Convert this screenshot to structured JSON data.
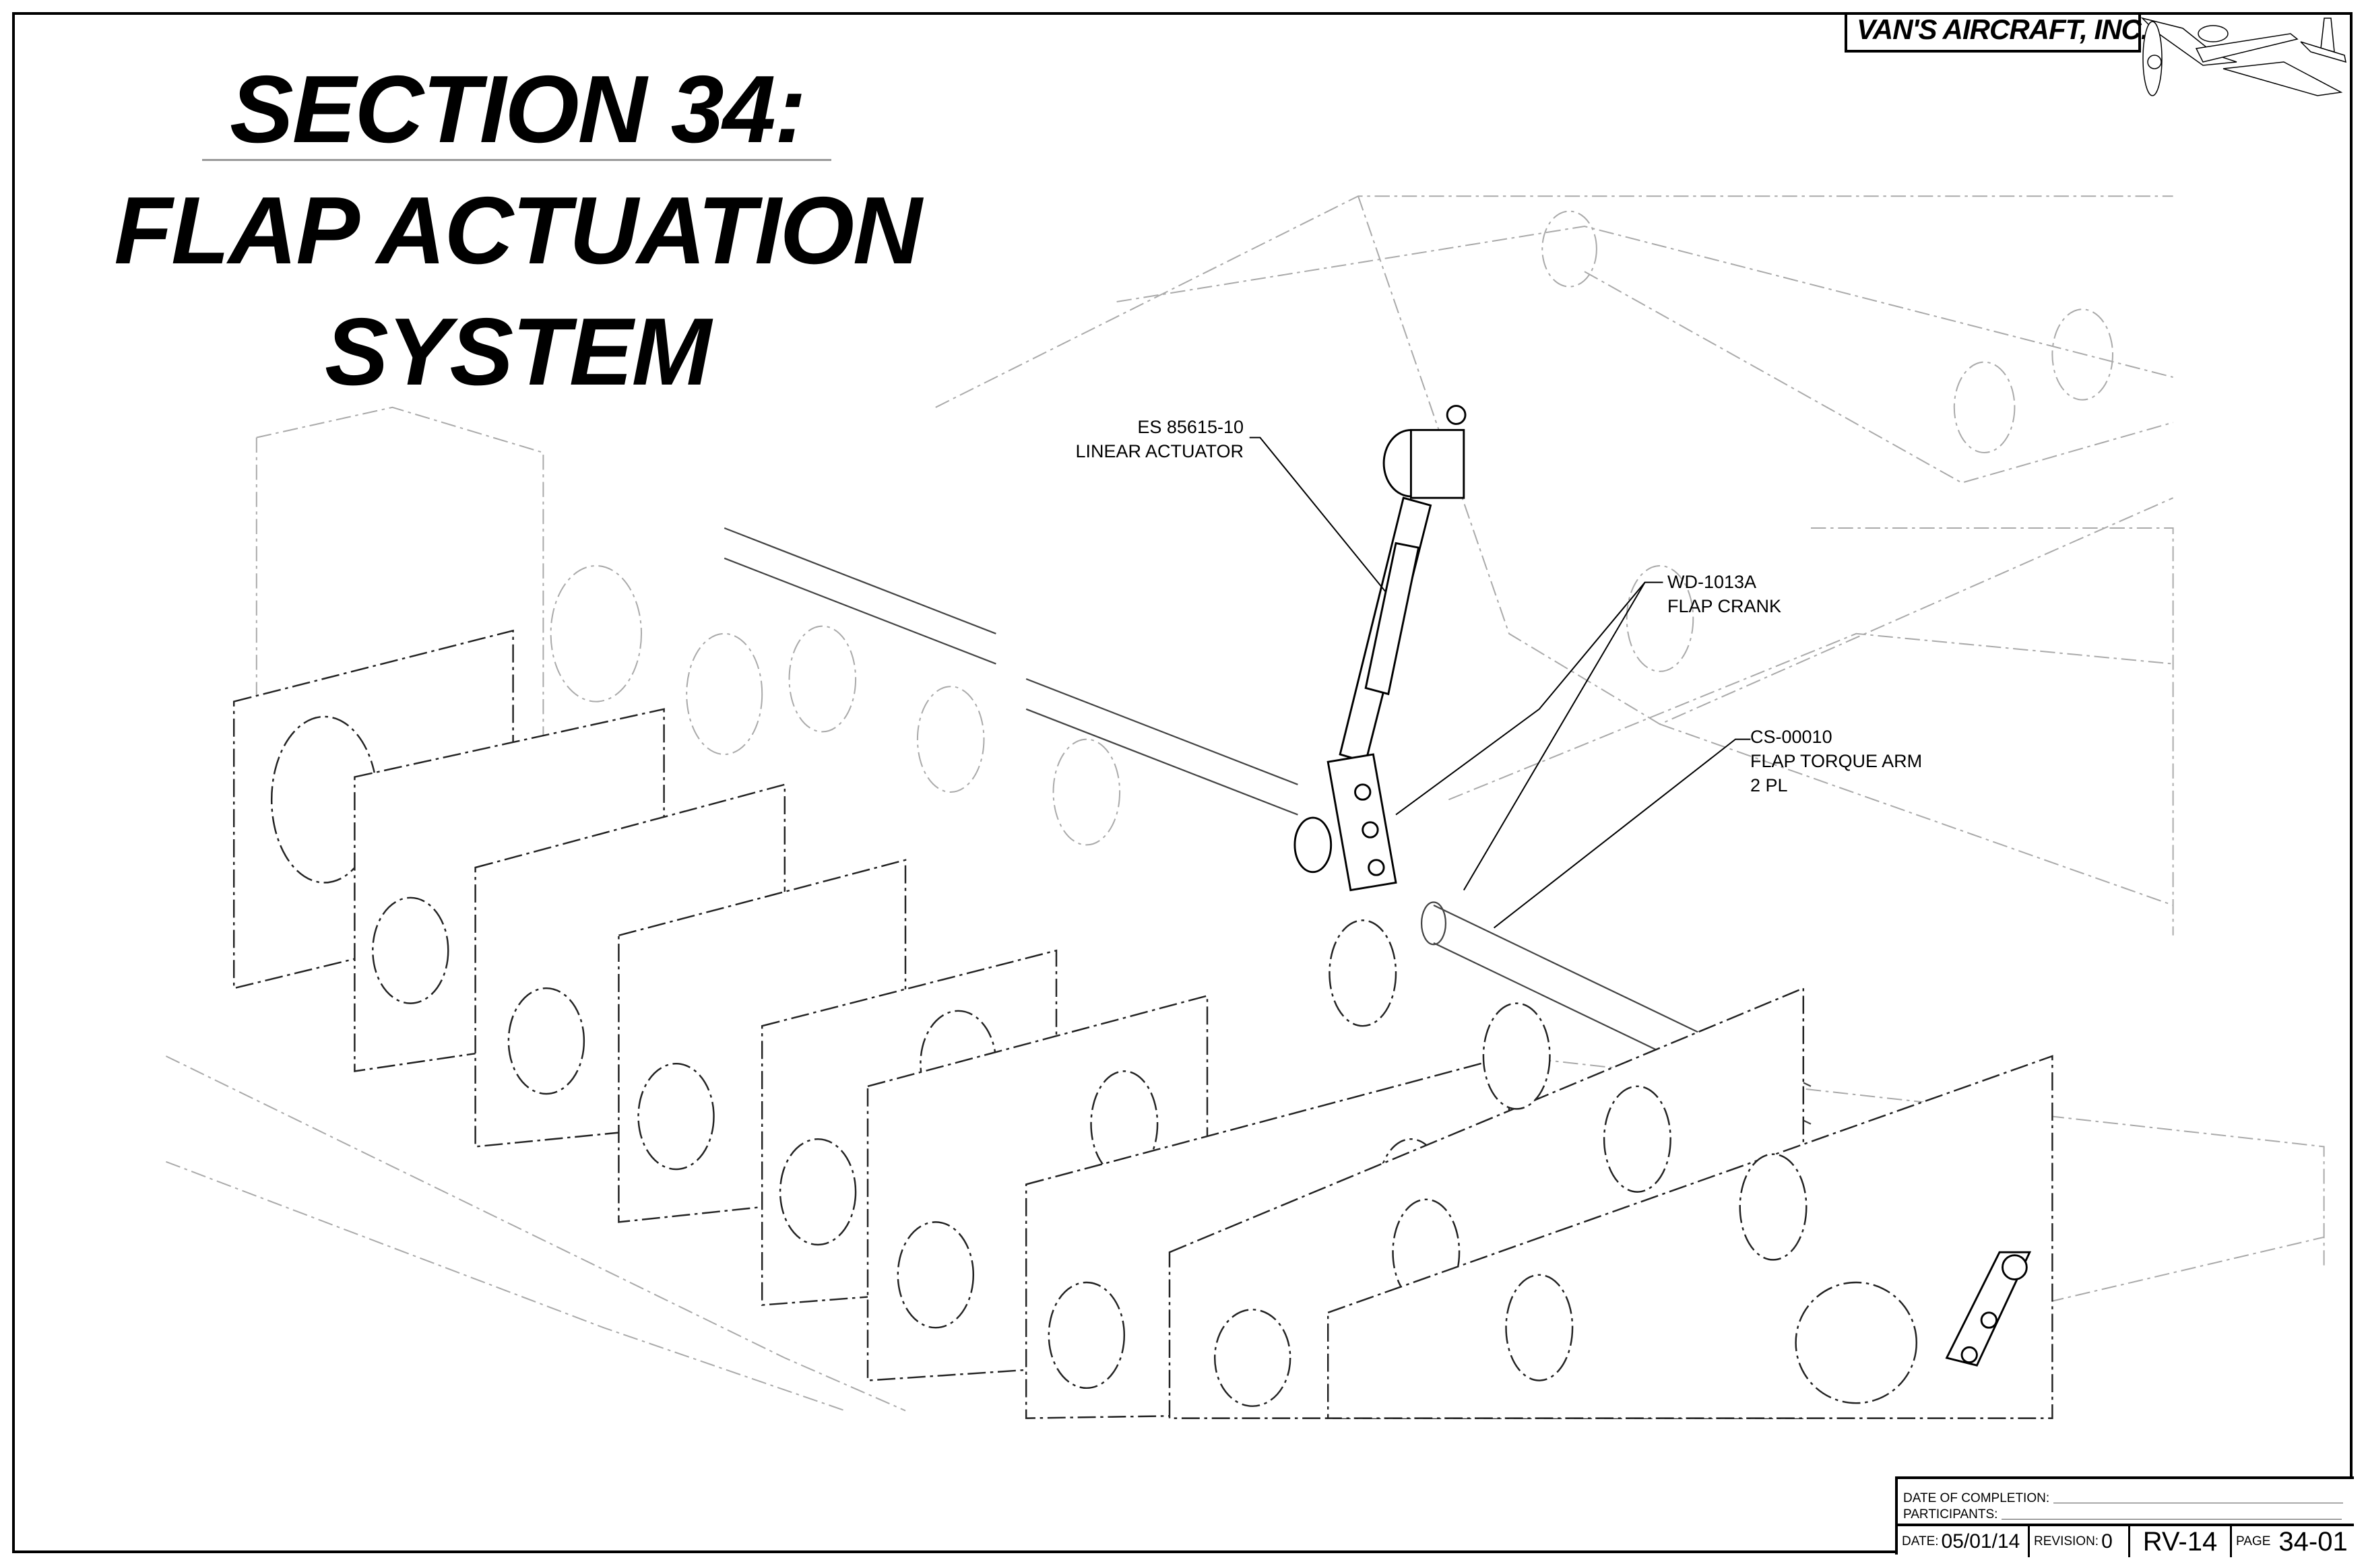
{
  "header": {
    "company": "VAN'S AIRCRAFT, INC.",
    "title_lines": [
      "SECTION 34:",
      "FLAP ACTUATION",
      "SYSTEM"
    ]
  },
  "callouts": [
    {
      "part": "ES 85615-10",
      "desc": "LINEAR ACTUATOR"
    },
    {
      "part": "WD-1013A",
      "desc": "FLAP CRANK"
    },
    {
      "part": "CS-00010",
      "desc": "FLAP TORQUE ARM",
      "qty": "2 PL"
    }
  ],
  "title_block": {
    "date_of_completion_label": "DATE OF COMPLETION:",
    "participants_label": "PARTICIPANTS:",
    "date_label": "DATE:",
    "date": "05/01/14",
    "revision_label": "REVISION:",
    "revision": "0",
    "model": "RV-14",
    "page_label": "PAGE",
    "page": "34-01"
  }
}
